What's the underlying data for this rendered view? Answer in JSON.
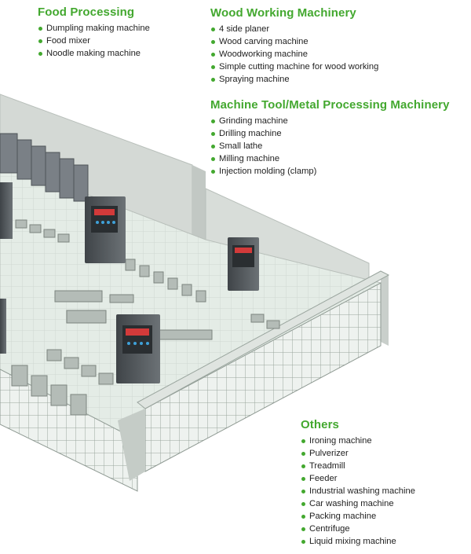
{
  "sections": {
    "food": {
      "title": "Food Processing",
      "items": [
        "Dumpling making machine",
        "Food mixer",
        "Noodle making machine"
      ]
    },
    "wood": {
      "title": "Wood Working Machinery",
      "items": [
        "4 side planer",
        "Wood carving machine",
        "Woodworking machine",
        "Simple cutting machine for wood working",
        "Spraying machine"
      ]
    },
    "metal": {
      "title": "Machine Tool/Metal Processing Machinery",
      "items": [
        "Grinding machine",
        "Drilling machine",
        "Small lathe",
        "Milling machine",
        "Injection molding (clamp)"
      ]
    },
    "others": {
      "title": "Others",
      "items": [
        "Ironing machine",
        "Pulverizer",
        "Treadmill",
        "Feeder",
        "Industrial washing machine",
        "Car washing machine",
        "Packing machine",
        "Centrifuge",
        "Liquid mixing machine"
      ]
    }
  },
  "colors": {
    "heading": "#43a82f",
    "bullet": "#43a82f",
    "text": "#1f1f1f",
    "floor": "#e6ede8",
    "wall": "#d8ddd9",
    "drive": "#555a5e"
  }
}
